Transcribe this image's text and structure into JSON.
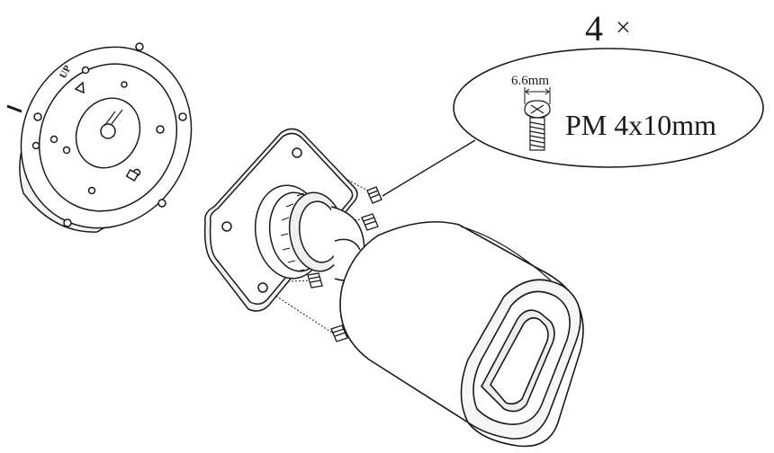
{
  "quantity": {
    "number": "4",
    "symbol": "×"
  },
  "callout": {
    "dimension": "6.6mm",
    "screw_spec": "PM 4x10mm"
  },
  "base_plate": {
    "orientation_mark": "UP"
  },
  "colors": {
    "line": "#1a1a1a",
    "background": "#ffffff"
  }
}
